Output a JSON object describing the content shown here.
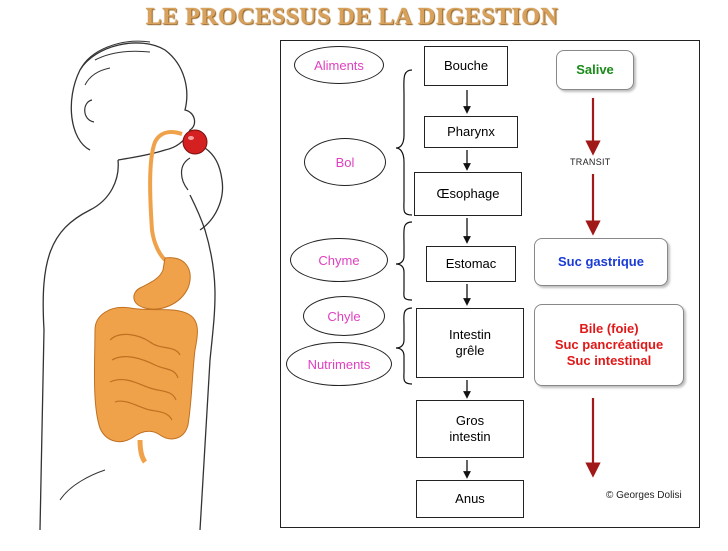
{
  "title": "LE PROCESSUS DE LA DIGESTION",
  "organs": [
    "Bouche",
    "Pharynx",
    "Œsophage",
    "Estomac",
    "Intestin\ngrêle",
    "Gros\nintestin",
    "Anus"
  ],
  "stages": [
    "Aliments",
    "Bol",
    "Chyme",
    "Chyle",
    "Nutriments"
  ],
  "secretions": {
    "salive": "Salive",
    "suc_gastrique": "Suc gastrique",
    "intestinal": "Bile (foie)\nSuc pancréatique\nSuc intestinal"
  },
  "transit_label": "TRANSIT",
  "credit": "© Georges Dolisi",
  "colors": {
    "title": "#d9a25c",
    "stage_text": "#e040c0",
    "salive": "#1a8a1a",
    "suc_gastrique": "#1a3bd6",
    "intestinal": "#e01818",
    "transit_arrow": "#a01818",
    "digestive_tract": "#f0a24a"
  }
}
